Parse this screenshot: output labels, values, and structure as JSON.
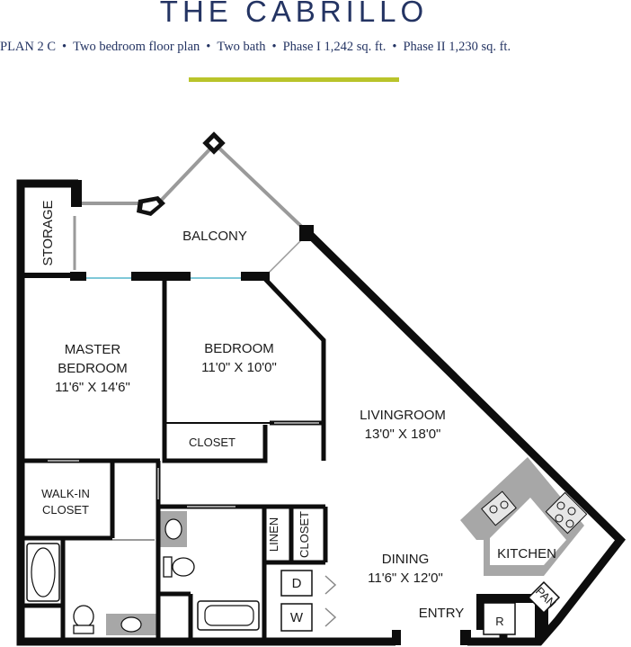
{
  "header": {
    "title": "THE CABRILLO",
    "plan": "PLAN 2 C",
    "type": "Two bedroom floor plan",
    "bath": "Two bath",
    "phase1": "Phase I  1,242 sq. ft.",
    "phase2": "Phase II  1,230 sq. ft.",
    "separator": "•"
  },
  "rooms": {
    "storage": "STORAGE",
    "balcony": "BALCONY",
    "master_line1": "MASTER",
    "master_line2": "BEDROOM",
    "master_dims": "11'6\" X 14'6\"",
    "bedroom": "BEDROOM",
    "bedroom_dims": "11'0\" X 10'0\"",
    "closet": "CLOSET",
    "living": "LIVINGROOM",
    "living_dims": "13'0\" X 18'0\"",
    "walkin_line1": "WALK-IN",
    "walkin_line2": "CLOSET",
    "linen": "LINEN",
    "closet2": "CLOSET",
    "dining": "DINING",
    "dining_dims": "11'6\" X 12'0\"",
    "kitchen": "KITCHEN",
    "entry": "ENTRY",
    "pan": "PAN",
    "dryer": "D",
    "washer": "W",
    "fridge": "R"
  },
  "colors": {
    "wall": "#0d0d0d",
    "title": "#243463",
    "accent": "#b9c42a",
    "counter": "#a7a7a7",
    "window": "#7fc8d8",
    "rail": "#9a9a9a"
  }
}
